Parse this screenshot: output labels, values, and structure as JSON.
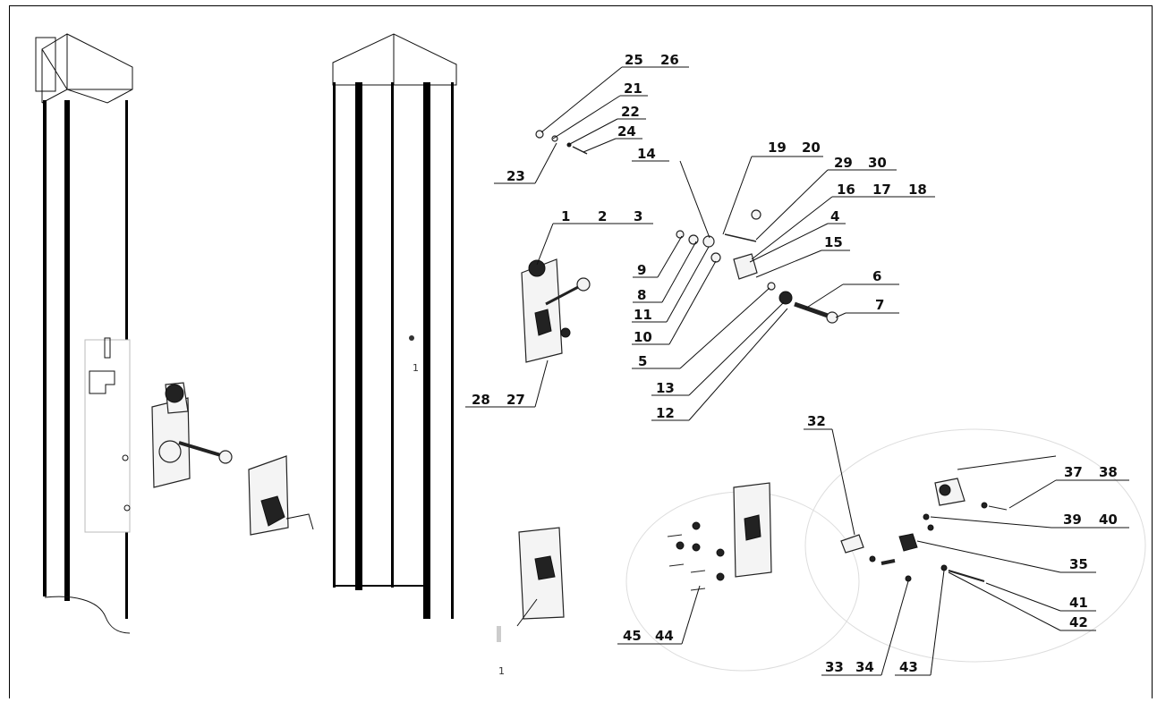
{
  "drawing": {
    "part_labels": [
      "25",
      "26",
      "21",
      "22",
      "24",
      "23",
      "19",
      "20",
      "14",
      "29",
      "30",
      "16",
      "17",
      "18",
      "4",
      "15",
      "1",
      "2",
      "3",
      "9",
      "8",
      "11",
      "10",
      "6",
      "7",
      "5",
      "13",
      "12",
      "28",
      "27",
      "32",
      "37",
      "38",
      "39",
      "40",
      "35",
      "41",
      "42",
      "33",
      "34",
      "43",
      "45",
      "44"
    ],
    "stray_marks": [
      "1",
      "1"
    ]
  }
}
